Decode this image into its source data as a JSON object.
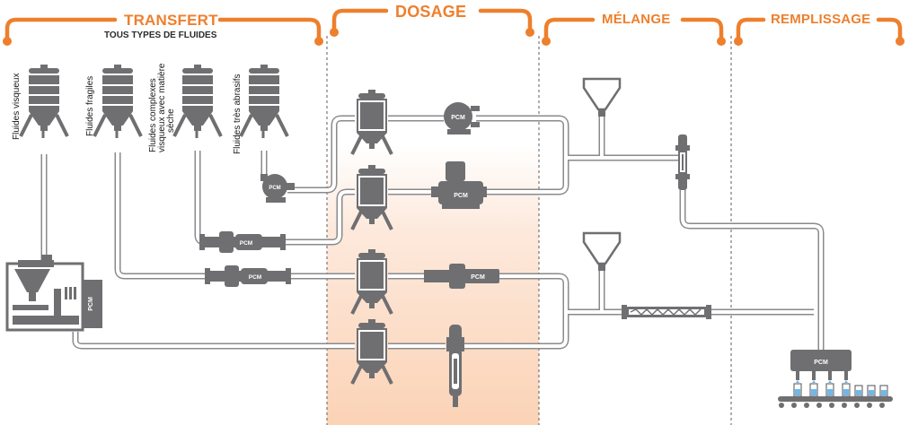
{
  "sections": [
    {
      "title": "TRANSFERT",
      "subtitle": "TOUS TYPES DE FLUIDES"
    },
    {
      "title": "DOSAGE"
    },
    {
      "title": "MÉLANGE"
    },
    {
      "title": "REMPLISSAGE"
    }
  ],
  "tank_labels": [
    [
      "Fluides visqueux"
    ],
    [
      "Fluides fragiles"
    ],
    [
      "Fluides complexes",
      "visqueux avec matière",
      "sèche"
    ],
    [
      "Fluides très abrasifs"
    ]
  ],
  "brand": "PCM",
  "colors": {
    "accent": "#ee7f2c",
    "equipment": "#6f6f72",
    "pipe_outline": "#8a8a8d",
    "dosage_band": "#fbd8bf"
  },
  "icons": [
    "tank-icon",
    "pump-icon",
    "funnel-icon",
    "mixer-icon",
    "filling-machine-icon",
    "bottle-icon",
    "gauge-icon"
  ]
}
